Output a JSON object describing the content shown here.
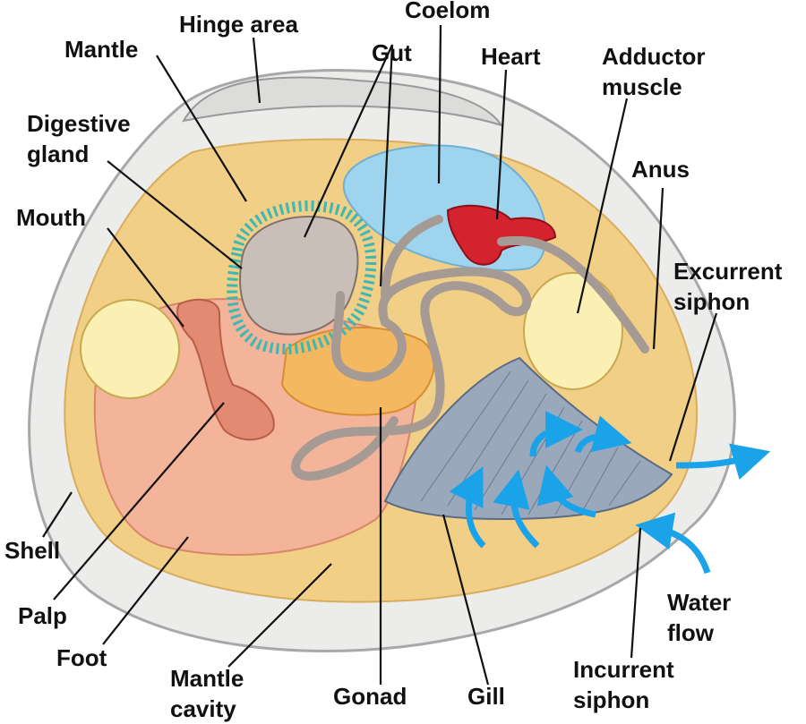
{
  "labels": {
    "hinge_area": "Hinge area",
    "mantle": "Mantle",
    "coelom": "Coelom",
    "gut": "Gut",
    "heart": "Heart",
    "adductor_1": "Adductor",
    "adductor_2": "muscle",
    "digestive_1": "Digestive",
    "digestive_2": "gland",
    "anus": "Anus",
    "mouth": "Mouth",
    "excurrent_1": "Excurrent",
    "excurrent_2": "siphon",
    "shell": "Shell",
    "palp": "Palp",
    "foot": "Foot",
    "mantle_cavity_1": "Mantle",
    "mantle_cavity_2": "cavity",
    "gonad": "Gonad",
    "gill": "Gill",
    "water_flow_1": "Water",
    "water_flow_2": "flow",
    "incurrent_1": "Incurrent",
    "incurrent_2": "siphon"
  },
  "colors": {
    "shell": "#e8e8e6",
    "mantle": "#f2cf86",
    "foot": "#f3b49a",
    "coelom": "#9fd4ee",
    "heart": "#d2232f",
    "gut": "#c9beb8",
    "gill": "#9aa8bc",
    "adductor": "#fbf0b4",
    "water": "#1aa3e8",
    "gonad": "#f4b860"
  }
}
